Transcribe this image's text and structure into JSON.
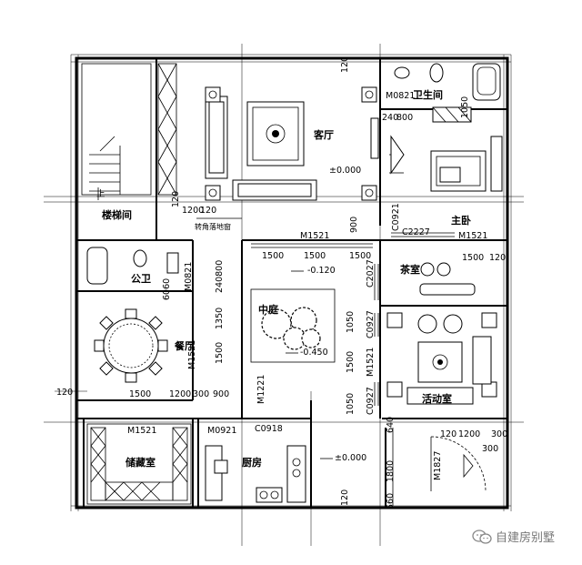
{
  "rooms": {
    "living": "客厅",
    "bath_master": "卫生间",
    "stair": "楼梯间",
    "master_bed": "主卧",
    "public_wc": "公卫",
    "tea": "茶室",
    "court": "中庭",
    "dining": "餐厅",
    "activity": "活动室",
    "storage": "储藏室",
    "kitchen": "厨房",
    "corner_window": "转角落地窗",
    "stair_up": "上"
  },
  "levels": {
    "living": "±0.000",
    "court_upper": "-0.120",
    "court_lower": "-0.450",
    "entry": "±0.000"
  },
  "openings": {
    "m0821": "M0821",
    "m1521_top": "M1521",
    "m1521_bed": "M1521",
    "c0921": "C0921",
    "c2227": "C2227",
    "m0821_wc": "M0821",
    "c2027": "C2027",
    "c0927_a": "C0927",
    "c0927_b": "C0927",
    "m1521_dining": "M1521",
    "m1521_court": "M1521",
    "m1221": "M1221",
    "m1521_storage": "M1521",
    "m0921": "M0921",
    "c0918": "C0918",
    "m1827": "M1827"
  },
  "dimensions": {
    "d120_top": "120",
    "d240": "240",
    "d800": "800",
    "d1050_top": "1050",
    "d120_a": "120",
    "d1200_a": "1200",
    "d120_b": "120",
    "d900_a": "900",
    "d1500_a": "1500",
    "d1500_b": "1500",
    "d1500_c": "1500",
    "d1500_right": "1500",
    "d120_right": "120",
    "d240800": "240800",
    "d6060": "6060",
    "d1350": "1350",
    "d1500_v": "1500",
    "d1050_v": "1050",
    "d1500_v2": "1500",
    "d1050_v3": "1050",
    "d120_left": "120",
    "d1500_bot": "1500",
    "d1200_bot": "1200",
    "d300": "300",
    "d900_bot": "900",
    "d640": "640",
    "d120_r2": "120",
    "d1200_r2": "1200",
    "d300_r": "300",
    "d300_r2": "300",
    "d1800": "1800",
    "d560": "560",
    "d120_bottom": "120"
  },
  "watermark": {
    "text": "自建房别墅",
    "icon": "wechat-icon"
  }
}
